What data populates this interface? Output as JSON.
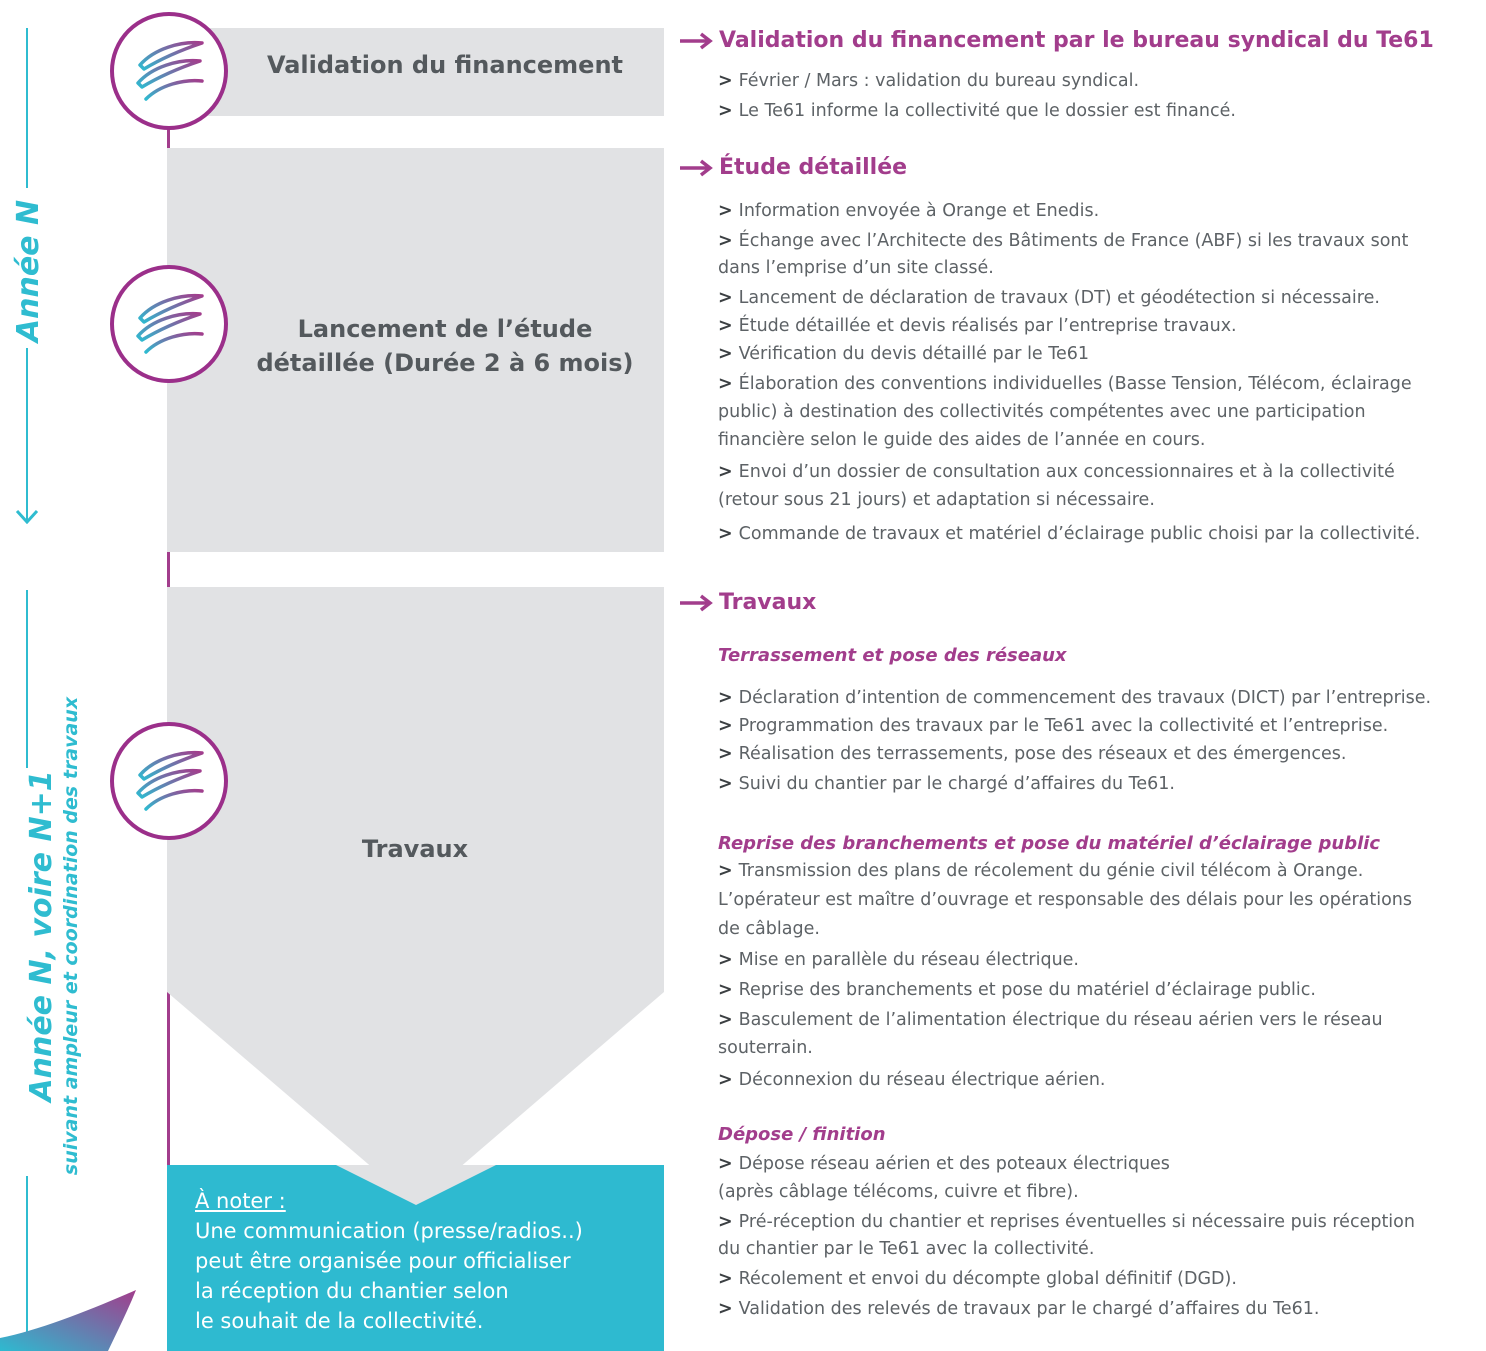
{
  "periods": {
    "year_n": "Année N",
    "year_n1": "Année N, voire N+1",
    "year_n1_sub": "suivant ampleur et coordination des travaux"
  },
  "steps": [
    {
      "label": "Validation du financement"
    },
    {
      "label": "Lancement de l’étude détaillée (Durée 2 à 6 mois)"
    },
    {
      "label": "Travaux"
    }
  ],
  "note": {
    "title": "À noter :",
    "lines": [
      "Une communication (presse/radios..)",
      "peut être organisée pour officialiser",
      "la réception du chantier selon",
      "le souhait de la collectivité."
    ]
  },
  "sections": {
    "validation": {
      "title": "Validation du financement par le bureau syndical du Te61",
      "items": [
        "Février / Mars : validation du bureau syndical.",
        "Le Te61 informe la collectivité que le dossier est financé."
      ]
    },
    "etude": {
      "title": "Étude détaillée",
      "items": [
        "Information envoyée à Orange et Enedis.",
        "Échange avec l’Architecte des Bâtiments de France (ABF) si les travaux sont",
        "dans l’emprise d’un site classé.",
        "Lancement de déclaration de travaux (DT) et géodétection si nécessaire.",
        "Étude détaillée et devis réalisés par l’entreprise travaux.",
        "Vérification du devis détaillé par le Te61",
        "Élaboration des conventions individuelles (Basse Tension, Télécom, éclairage",
        "public) à destination des collectivités compétentes avec une participation",
        "financière selon le guide des aides de l’année en cours.",
        "Envoi d’un dossier de consultation aux concessionnaires et à la collectivité",
        "(retour sous 21 jours) et adaptation si nécessaire.",
        "Commande de travaux et matériel d’éclairage public choisi par la collectivité."
      ]
    },
    "travaux": {
      "title": "Travaux",
      "terrassement": {
        "title": "Terrassement et pose des réseaux",
        "items": [
          "Déclaration d’intention de commencement des travaux (DICT) par l’entreprise.",
          "Programmation des travaux par le Te61 avec la collectivité et l’entreprise.",
          "Réalisation des terrassements, pose des réseaux et des émergences.",
          "Suivi du chantier par le chargé d’affaires du Te61."
        ]
      },
      "reprise": {
        "title": "Reprise des branchements et pose du matériel d’éclairage public",
        "items": [
          "Transmission des plans de récolement du génie civil télécom à Orange.",
          "L’opérateur est maître d’ouvrage et responsable des délais pour les opérations",
          "de câblage.",
          "Mise en parallèle du réseau électrique.",
          "Reprise des branchements et pose du matériel d’éclairage public.",
          "Basculement de l’alimentation électrique du réseau aérien vers le réseau",
          "souterrain.",
          "Déconnexion du réseau électrique aérien."
        ]
      },
      "depose": {
        "title": "Dépose / finition",
        "items": [
          "Dépose réseau aérien et des poteaux électriques",
          "(après câblage télécoms, cuivre et fibre).",
          "Pré-réception du chantier et reprises éventuelles si nécessaire puis réception",
          "du chantier par le Te61 avec la collectivité.",
          "Récolement et envoi du décompte global définitif (DGD).",
          "Validation des relevés de travaux par le chargé d’affaires du Te61."
        ]
      }
    }
  },
  "colors": {
    "accent_purple": "#a23d8c",
    "accent_cyan": "#2ebad0",
    "block_grey": "#e1e2e4"
  }
}
